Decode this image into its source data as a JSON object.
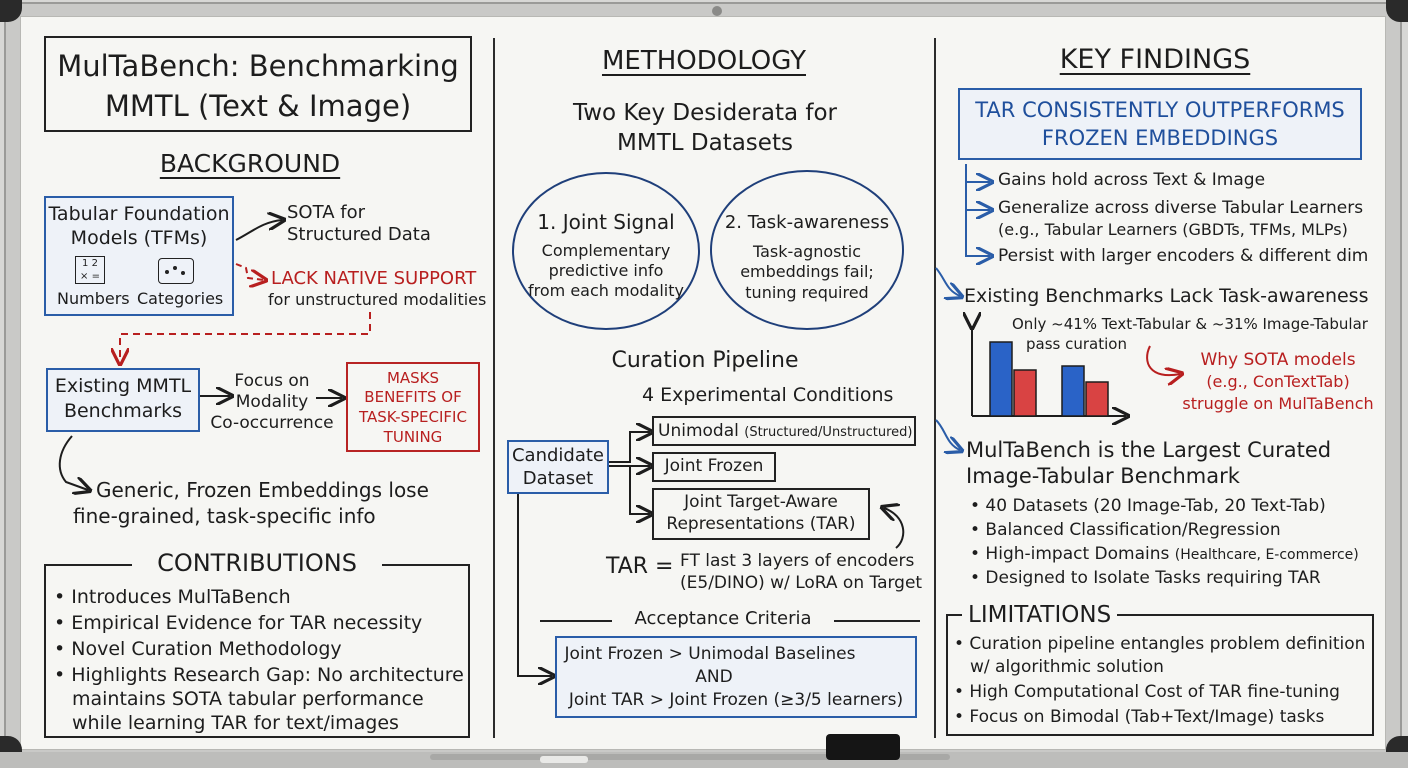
{
  "left": {
    "title_line1": "MulTaBench: Benchmarking",
    "title_line2": "MMTL (Text & Image)",
    "background_heading": "BACKGROUND",
    "tfm_line1": "Tabular Foundation",
    "tfm_line2": "Models (TFMs)",
    "tfm_numbers": "Numbers",
    "tfm_categories": "Categories",
    "sota_line1": "SOTA for",
    "sota_line2": "Structured Data",
    "lack_line1": "LACK NATIVE SUPPORT",
    "lack_line2": "for unstructured modalities",
    "existing_line1": "Existing MMTL",
    "existing_line2": "Benchmarks",
    "focus_line1": "Focus on",
    "focus_line2": "Modality",
    "focus_line3": "Co-occurrence",
    "masks_line1": "MASKS",
    "masks_line2": "BENEFITS OF",
    "masks_line3": "TASK-SPECIFIC",
    "masks_line4": "TUNING",
    "generic_line1": "Generic, Frozen Embeddings lose",
    "generic_line2": "fine-grained, task-specific info",
    "contributions_heading": "CONTRIBUTIONS",
    "contrib_1": "• Introduces MulTaBench",
    "contrib_2": "• Empirical Evidence for TAR necessity",
    "contrib_3": "• Novel Curation Methodology",
    "contrib_4a": "• Highlights Research Gap: No architecture",
    "contrib_4b": "maintains SOTA tabular performance",
    "contrib_4c": "while learning TAR for text/images"
  },
  "middle": {
    "heading": "METHODOLOGY",
    "desiderata_line1": "Two Key Desiderata for",
    "desiderata_line2": "MMTL Datasets",
    "c1_title": "1. Joint Signal",
    "c1_line1": "Complementary",
    "c1_line2": "predictive info",
    "c1_line3": "from each modality",
    "c2_title": "2. Task-awareness",
    "c2_line1": "Task-agnostic",
    "c2_line2": "embeddings fail;",
    "c2_line3": "tuning required",
    "pipeline_heading": "Curation Pipeline",
    "conditions_heading": "4 Experimental Conditions",
    "candidate_line1": "Candidate",
    "candidate_line2": "Dataset",
    "cond_unimodal": "Unimodal",
    "cond_unimodal_sub": "(Structured/Unstructured)",
    "cond_joint_frozen": "Joint Frozen",
    "cond_tar_line1": "Joint Target-Aware",
    "cond_tar_line2": "Representations (TAR)",
    "tar_label": "TAR =",
    "tar_def_line1": "FT last 3 layers of encoders",
    "tar_def_line2": "(E5/DINO) w/ LoRA on Target",
    "acceptance_heading": "Acceptance Criteria",
    "acc_line1": "Joint Frozen > Unimodal Baselines",
    "acc_line2": "AND",
    "acc_line3": "Joint TAR > Joint Frozen (≥3/5 learners)"
  },
  "right": {
    "heading": "KEY FINDINGS",
    "banner_line1": "TAR CONSISTENTLY OUTPERFORMS",
    "banner_line2": "FROZEN EMBEDDINGS",
    "f1": "Gains hold across Text & Image",
    "f2": "Generalize across diverse Tabular Learners",
    "f2b": "(e.g., Tabular Learners (GBDTs, TFMs, MLPs)",
    "f3": "Persist with larger encoders & different dim",
    "bench_heading": "Existing Benchmarks Lack Task-awareness",
    "bench_line1": "Only ~41% Text-Tabular & ~31% Image-Tabular",
    "bench_line2": "pass curation",
    "why_line1": "Why SOTA models",
    "why_line2": "(e.g., ConTextTab)",
    "why_line3": "struggle on MulTaBench",
    "largest_line1": "MulTaBench is the Largest Curated",
    "largest_line2": "Image-Tabular Benchmark",
    "l1": "• 40 Datasets (20 Image-Tab, 20 Text-Tab)",
    "l2": "• Balanced Classification/Regression",
    "l3": "• High-impact Domains",
    "l3b": "(Healthcare, E-commerce)",
    "l4": "• Designed to Isolate Tasks requiring TAR",
    "limitations_heading": "LIMITATIONS",
    "lim1a": "• Curation pipeline entangles problem definition",
    "lim1b": "w/ algorithmic solution",
    "lim2": "• High Computational Cost of TAR fine-tuning",
    "lim3": "• Focus on Bimodal (Tab+Text/Image) tasks"
  },
  "colors": {
    "blue": "#1f4f9c",
    "red": "#b81f1f",
    "ink": "#1d1d1d",
    "bar_blue": "#2a63c7",
    "bar_red": "#d94343"
  }
}
